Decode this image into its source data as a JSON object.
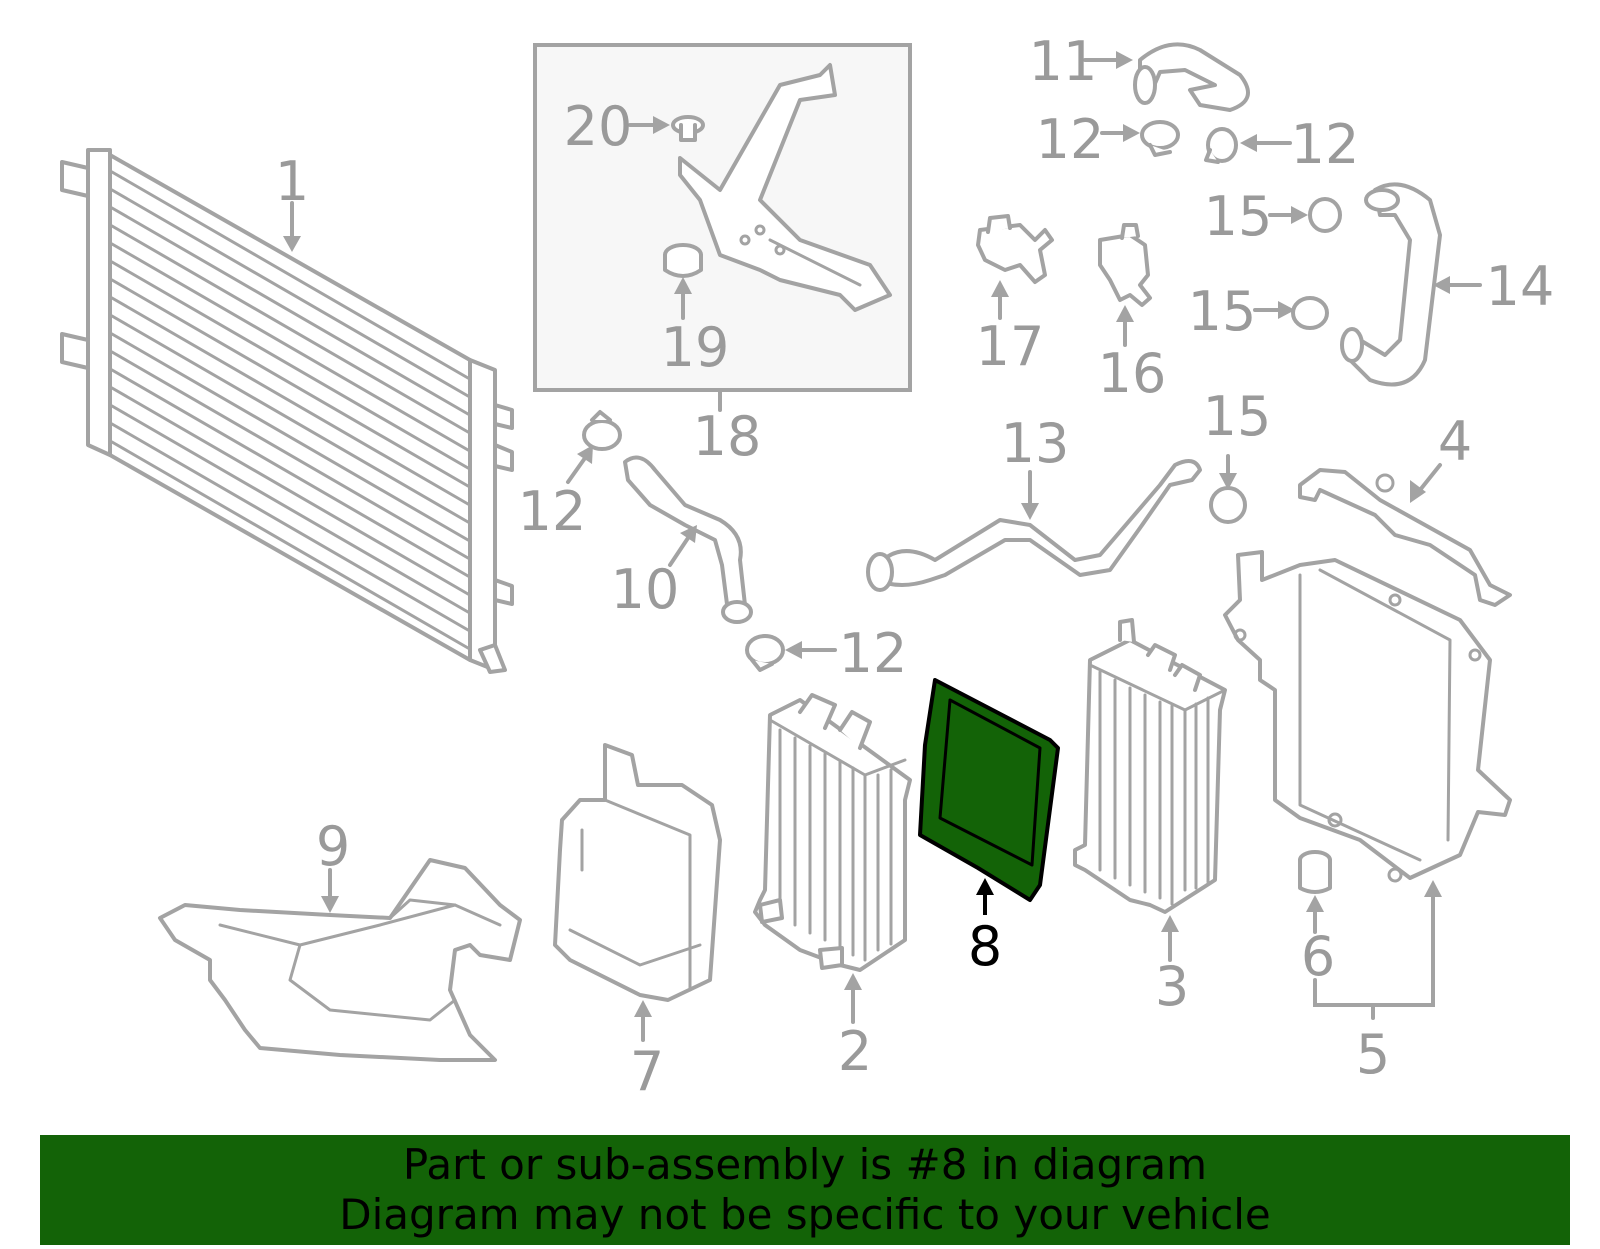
{
  "callouts": {
    "c1": "1",
    "c2": "2",
    "c3": "3",
    "c4": "4",
    "c5": "5",
    "c6": "6",
    "c7": "7",
    "c8": "8",
    "c9": "9",
    "c10": "10",
    "c11": "11",
    "c12a": "12",
    "c12b": "12",
    "c12c": "12",
    "c12d": "12",
    "c13": "13",
    "c14": "14",
    "c15a": "15",
    "c15b": "15",
    "c15c": "15",
    "c16": "16",
    "c17": "17",
    "c18": "18",
    "c19": "19",
    "c20": "20"
  },
  "highlight": {
    "part": "8",
    "color": "#136307"
  },
  "banner": {
    "line1": "Part or sub-assembly is #8 in diagram",
    "line2": "Diagram may not be specific to your vehicle"
  }
}
